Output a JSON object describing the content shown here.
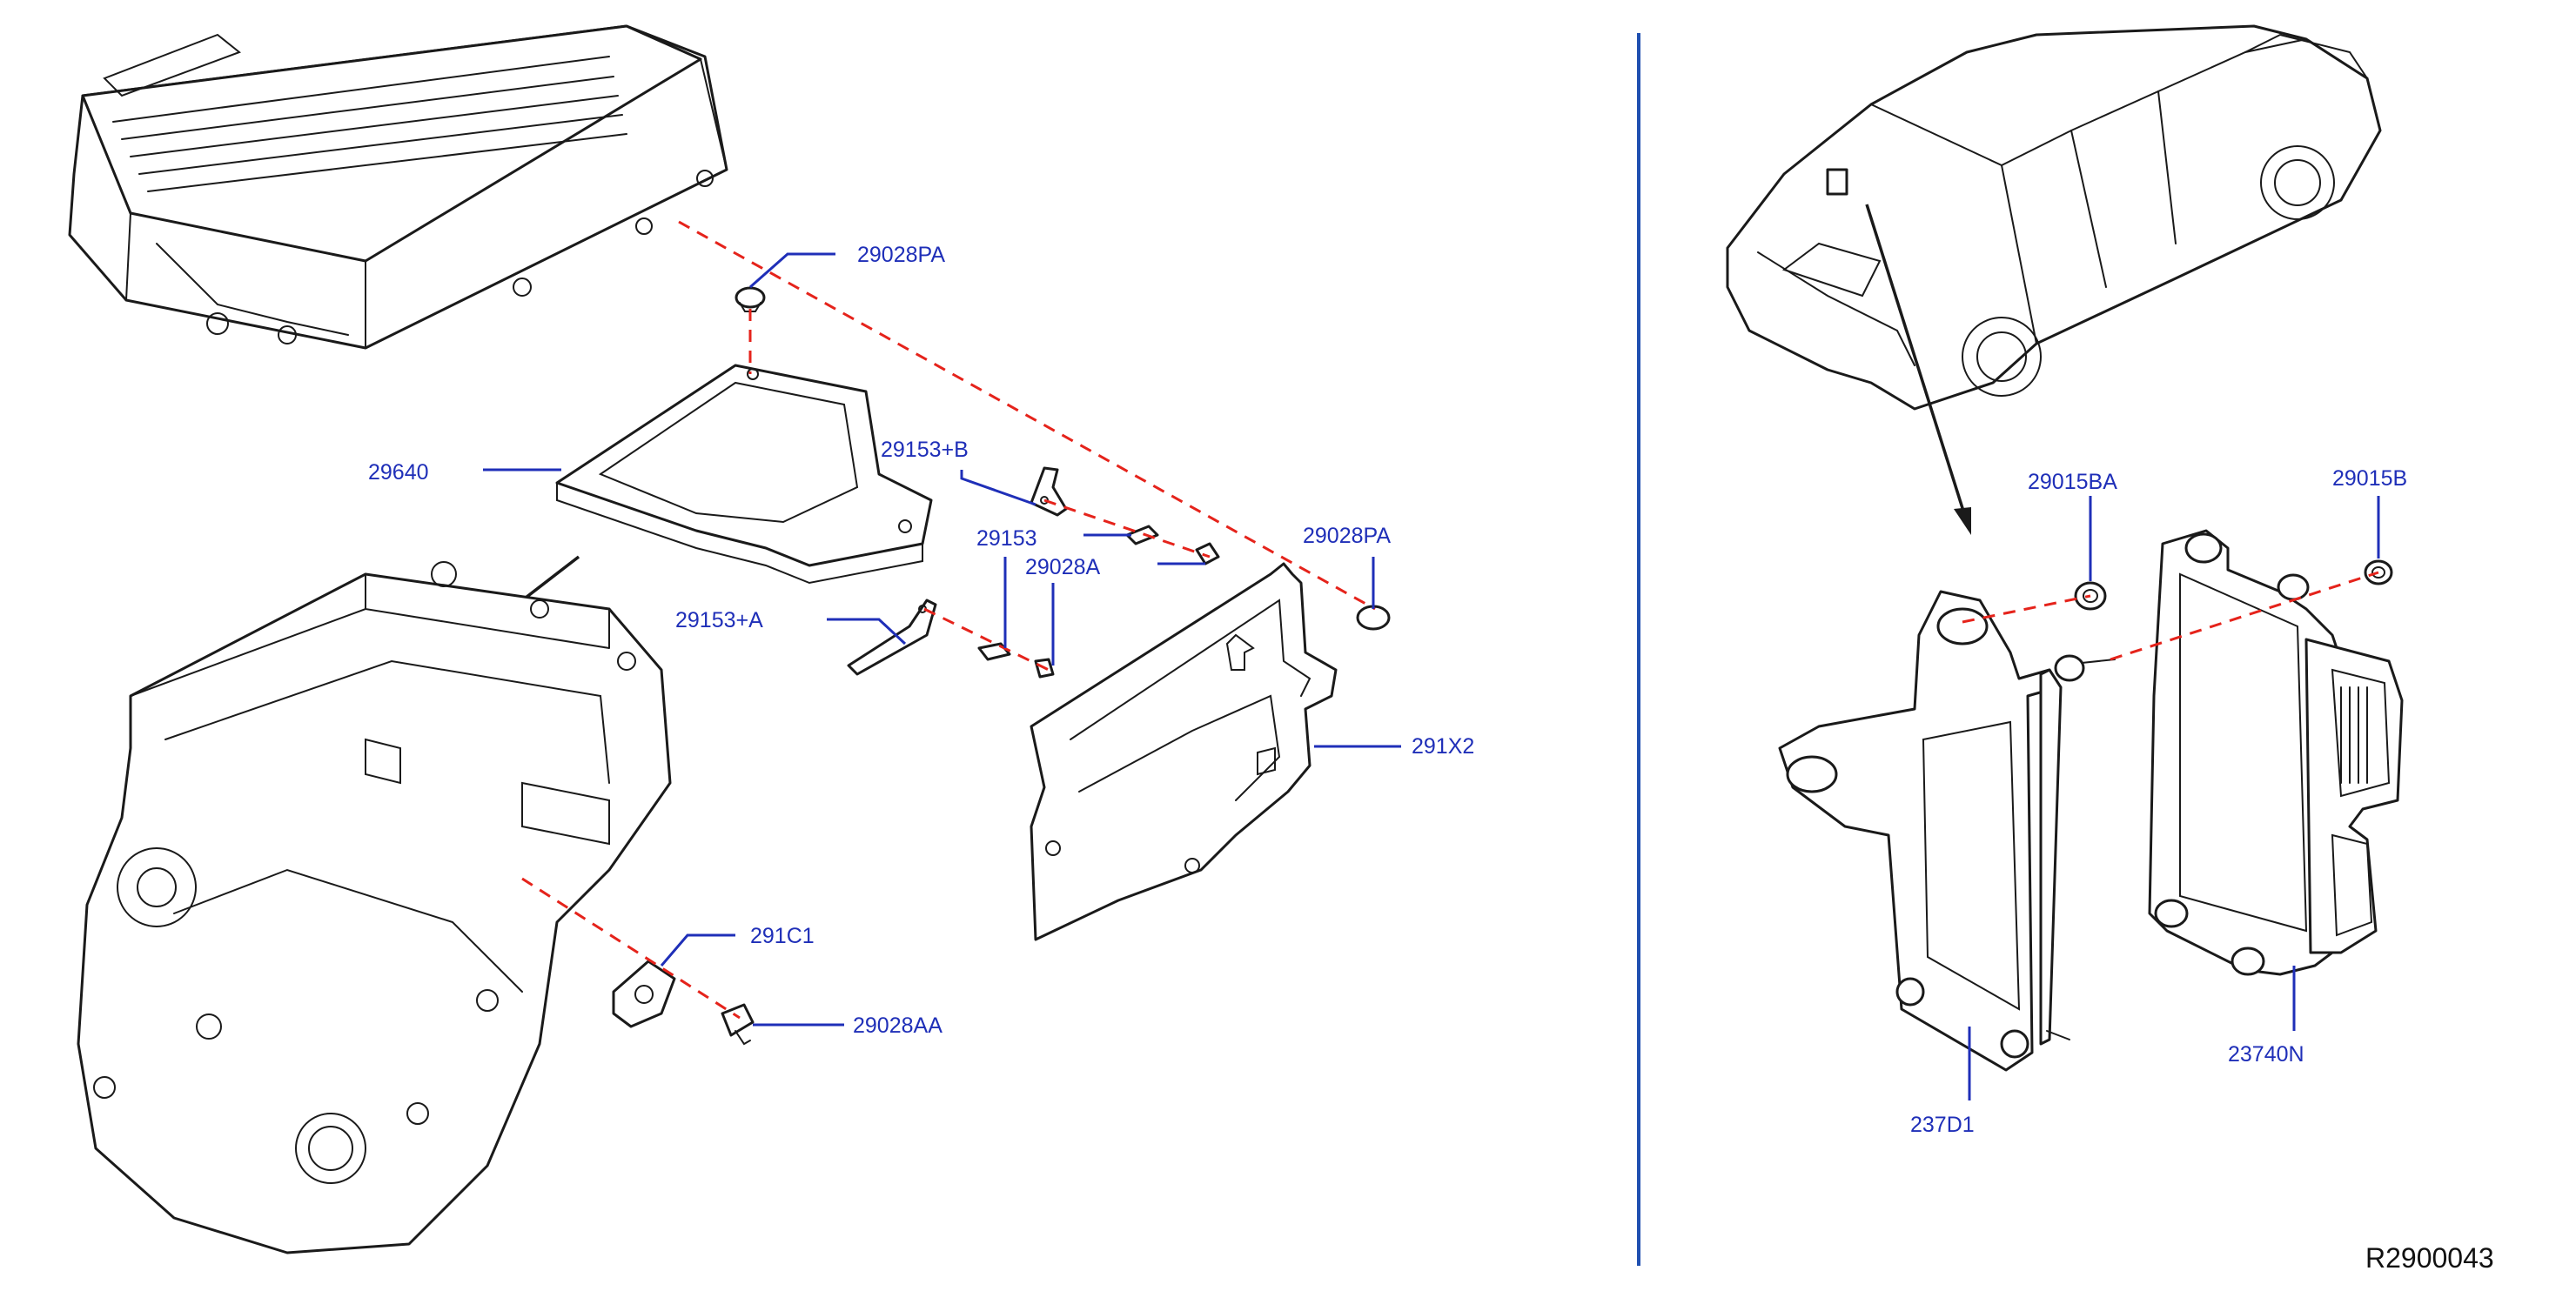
{
  "labels": {
    "p29028PA_top": "29028PA",
    "p29640": "29640",
    "p29153B": "29153+B",
    "p29153": "29153",
    "p29028A": "29028A",
    "p29028PA_right": "29028PA",
    "p29153A": "29153+A",
    "p291X2": "291X2",
    "p291C1": "291C1",
    "p29028AA": "29028AA",
    "p29015BA": "29015BA",
    "p29015B": "29015B",
    "p237D1": "237D1",
    "p23740N": "23740N"
  },
  "reference": "R2900043",
  "colors": {
    "label_text": "#1f2fb8",
    "leader_line": "#1f2fb8",
    "dashed_line": "#e5231b",
    "divider": "#1f4fb0",
    "line_art": "#1a1a1a"
  }
}
